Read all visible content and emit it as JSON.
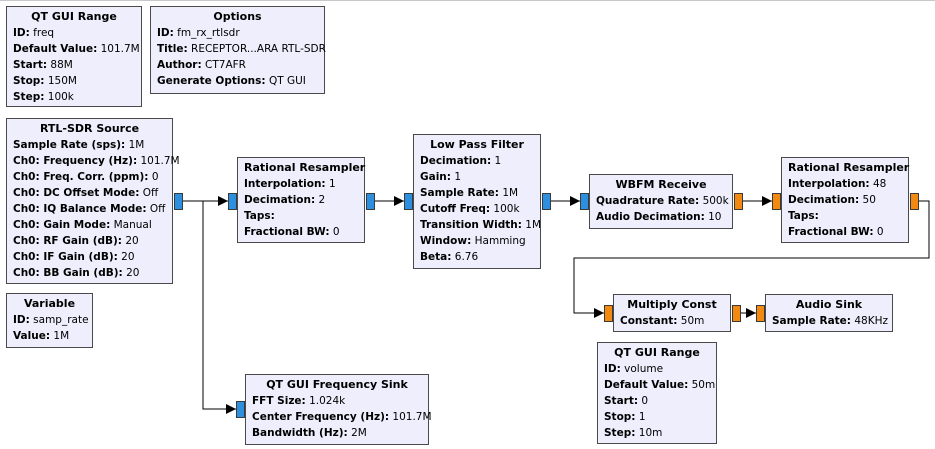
{
  "colors": {
    "complex_port": "#2c8fe0",
    "float_port": "#f28a12",
    "block_bg": "#eeeefd",
    "wire": "#000000"
  },
  "blocks": {
    "qt_range_freq": {
      "title": "QT GUI Range",
      "params": [
        {
          "k": "ID:",
          "v": "freq"
        },
        {
          "k": "Default Value:",
          "v": "101.7M"
        },
        {
          "k": "Start:",
          "v": "88M"
        },
        {
          "k": "Stop:",
          "v": "150M"
        },
        {
          "k": "Step:",
          "v": "100k"
        }
      ]
    },
    "options": {
      "title": "Options",
      "params": [
        {
          "k": "ID:",
          "v": "fm_rx_rtlsdr"
        },
        {
          "k": "Title:",
          "v": "RECEPTOR...ARA RTL-SDR"
        },
        {
          "k": "Author:",
          "v": "CT7AFR"
        },
        {
          "k": "Generate Options:",
          "v": "QT GUI"
        }
      ]
    },
    "rtl_sdr_source": {
      "title": "RTL-SDR Source",
      "params": [
        {
          "k": "Sample Rate (sps):",
          "v": "1M"
        },
        {
          "k": "Ch0: Frequency (Hz):",
          "v": "101.7M"
        },
        {
          "k": "Ch0: Freq. Corr. (ppm):",
          "v": "0"
        },
        {
          "k": "Ch0: DC Offset Mode:",
          "v": "Off"
        },
        {
          "k": "Ch0: IQ Balance Mode:",
          "v": "Off"
        },
        {
          "k": "Ch0: Gain Mode:",
          "v": "Manual"
        },
        {
          "k": "Ch0: RF Gain (dB):",
          "v": "20"
        },
        {
          "k": "Ch0: IF Gain (dB):",
          "v": "20"
        },
        {
          "k": "Ch0: BB Gain (dB):",
          "v": "20"
        }
      ]
    },
    "variable": {
      "title": "Variable",
      "params": [
        {
          "k": "ID:",
          "v": "samp_rate"
        },
        {
          "k": "Value:",
          "v": "1M"
        }
      ]
    },
    "rational_resampler_1": {
      "title": "Rational Resampler",
      "params": [
        {
          "k": "Interpolation:",
          "v": "1"
        },
        {
          "k": "Decimation:",
          "v": "2"
        },
        {
          "k": "Taps:",
          "v": ""
        },
        {
          "k": "Fractional BW:",
          "v": "0"
        }
      ]
    },
    "low_pass_filter": {
      "title": "Low Pass Filter",
      "params": [
        {
          "k": "Decimation:",
          "v": "1"
        },
        {
          "k": "Gain:",
          "v": "1"
        },
        {
          "k": "Sample Rate:",
          "v": "1M"
        },
        {
          "k": "Cutoff Freq:",
          "v": "100k"
        },
        {
          "k": "Transition Width:",
          "v": "1M"
        },
        {
          "k": "Window:",
          "v": "Hamming"
        },
        {
          "k": "Beta:",
          "v": "6.76"
        }
      ]
    },
    "wbfm_receive": {
      "title": "WBFM Receive",
      "params": [
        {
          "k": "Quadrature Rate:",
          "v": "500k"
        },
        {
          "k": "Audio Decimation:",
          "v": "10"
        }
      ]
    },
    "rational_resampler_2": {
      "title": "Rational Resampler",
      "params": [
        {
          "k": "Interpolation:",
          "v": "48"
        },
        {
          "k": "Decimation:",
          "v": "50"
        },
        {
          "k": "Taps:",
          "v": ""
        },
        {
          "k": "Fractional BW:",
          "v": "0"
        }
      ]
    },
    "multiply_const": {
      "title": "Multiply Const",
      "params": [
        {
          "k": "Constant:",
          "v": "50m"
        }
      ]
    },
    "audio_sink": {
      "title": "Audio Sink",
      "params": [
        {
          "k": "Sample Rate:",
          "v": "48KHz"
        }
      ]
    },
    "qt_range_volume": {
      "title": "QT GUI Range",
      "params": [
        {
          "k": "ID:",
          "v": "volume"
        },
        {
          "k": "Default Value:",
          "v": "50m"
        },
        {
          "k": "Start:",
          "v": "0"
        },
        {
          "k": "Stop:",
          "v": "1"
        },
        {
          "k": "Step:",
          "v": "10m"
        }
      ]
    },
    "qt_freq_sink": {
      "title": "QT GUI Frequency Sink",
      "params": [
        {
          "k": "FFT Size:",
          "v": "1.024k"
        },
        {
          "k": "Center Frequency (Hz):",
          "v": "101.7M"
        },
        {
          "k": "Bandwidth (Hz):",
          "v": "2M"
        }
      ]
    }
  }
}
